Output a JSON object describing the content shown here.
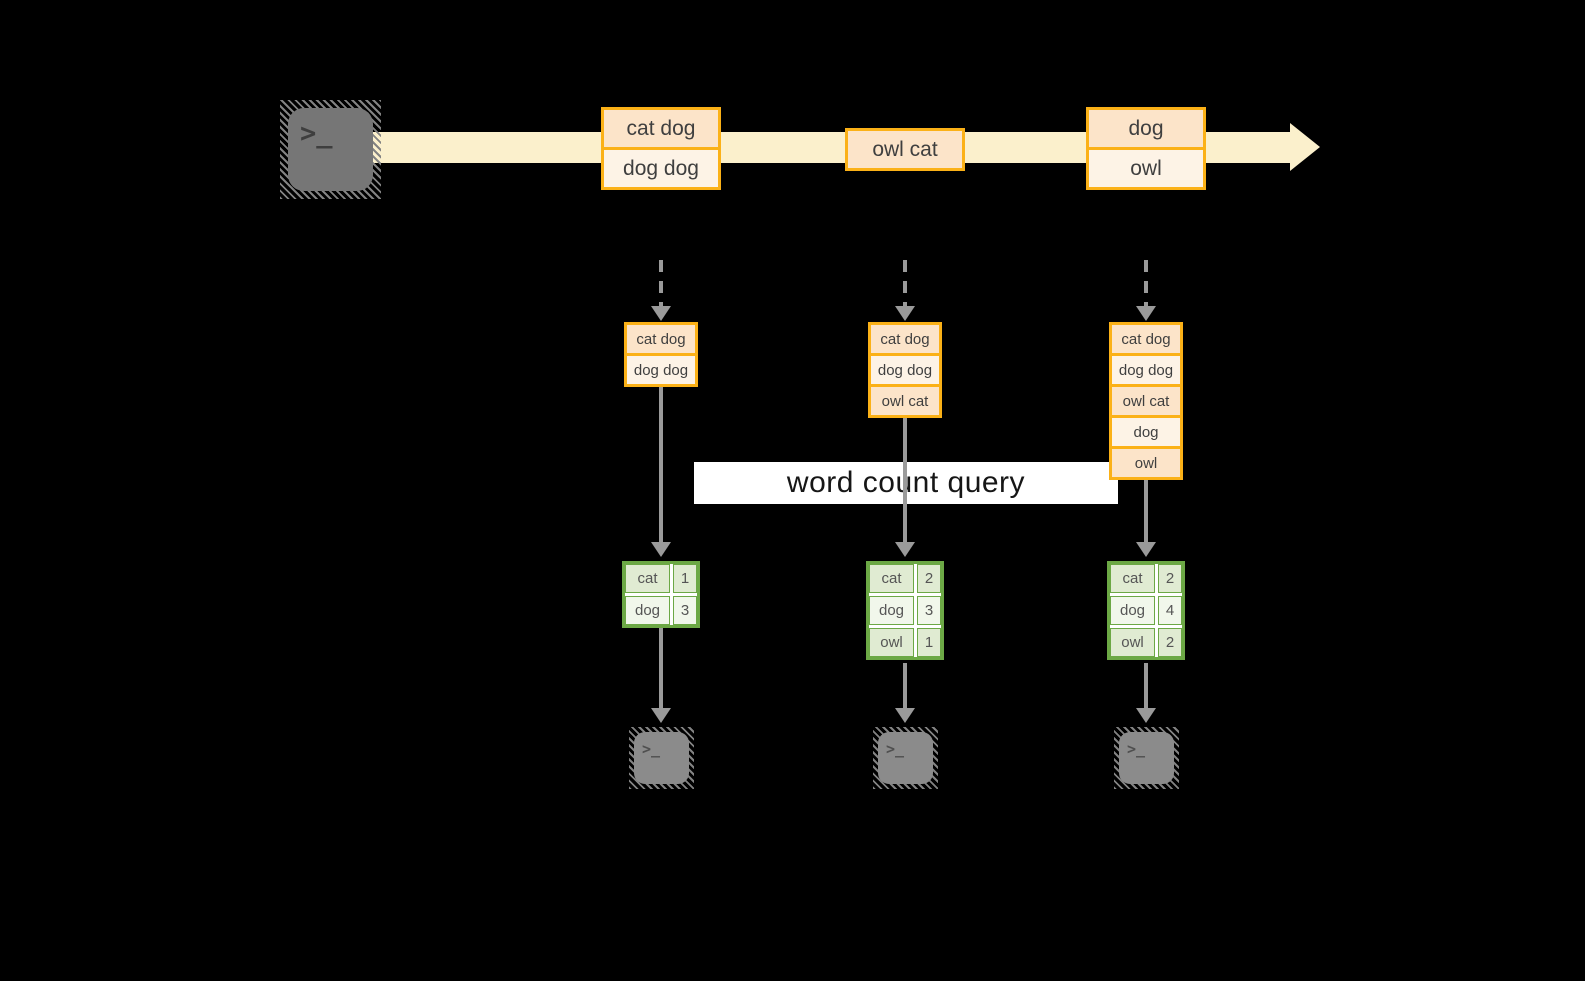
{
  "banner": {
    "label": "word count query"
  },
  "icons": {
    "prompt": ">_"
  },
  "colors": {
    "background": "#000000",
    "stream_band": "#FBF0CC",
    "orange_border": "#FBB117",
    "cell_peach": "#FCE4C9",
    "cell_cream": "#FDF3E6",
    "green_border": "#6CA845",
    "green_row_dark": "#E0EBD2",
    "green_row_light": "#F1F7EB",
    "arrow_gray": "#9A9A9A",
    "terminal_gray": "#767676"
  },
  "stream": {
    "events": [
      {
        "lines": [
          "cat dog",
          "dog dog"
        ]
      },
      {
        "lines": [
          "owl cat"
        ]
      },
      {
        "lines": [
          "dog",
          "owl"
        ]
      }
    ]
  },
  "columns": [
    {
      "accumulated": [
        "cat dog",
        "dog dog"
      ],
      "counts": [
        {
          "word": "cat",
          "count": "1"
        },
        {
          "word": "dog",
          "count": "3"
        }
      ]
    },
    {
      "accumulated": [
        "cat dog",
        "dog dog",
        "owl cat"
      ],
      "counts": [
        {
          "word": "cat",
          "count": "2"
        },
        {
          "word": "dog",
          "count": "3"
        },
        {
          "word": "owl",
          "count": "1"
        }
      ]
    },
    {
      "accumulated": [
        "cat dog",
        "dog dog",
        "owl cat",
        "dog",
        "owl"
      ],
      "counts": [
        {
          "word": "cat",
          "count": "2"
        },
        {
          "word": "dog",
          "count": "4"
        },
        {
          "word": "owl",
          "count": "2"
        }
      ]
    }
  ]
}
